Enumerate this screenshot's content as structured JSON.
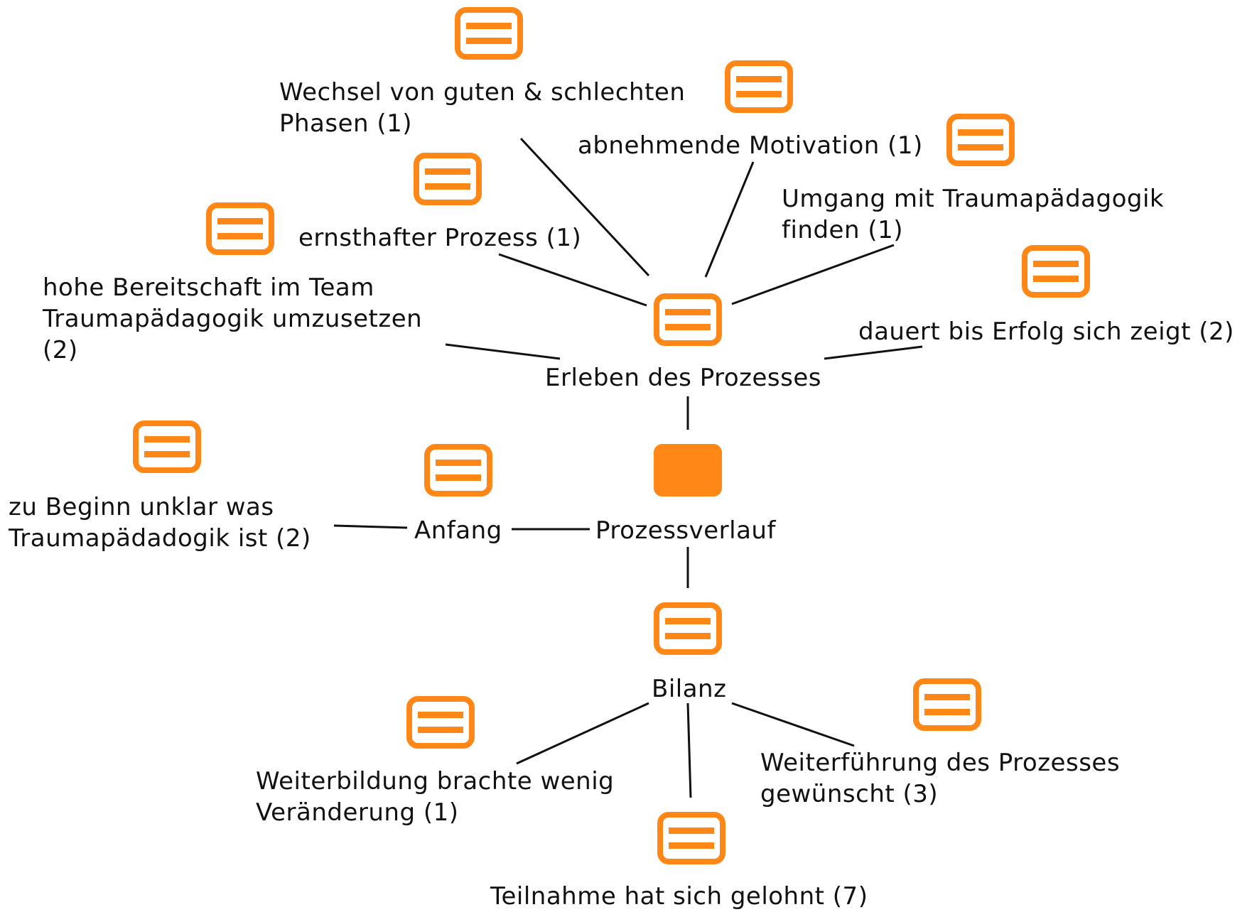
{
  "colors": {
    "accent": "#FF8718",
    "line": "#111111",
    "text": "#111111",
    "background": "#ffffff"
  },
  "root": {
    "label": "Prozessverlauf",
    "icon": "filled-square-icon"
  },
  "groups": {
    "erleben": {
      "label": "Erleben des Prozesses",
      "icon": "document-lines-icon",
      "children": [
        {
          "label": "Wechsel von guten & schlechten\nPhasen (1)",
          "icon": "document-lines-icon"
        },
        {
          "label": "abnehmende Motivation (1)",
          "icon": "document-lines-icon"
        },
        {
          "label": "Umgang mit Traumapädagogik\nfinden (1)",
          "icon": "document-lines-icon"
        },
        {
          "label": "ernsthafter Prozess (1)",
          "icon": "document-lines-icon"
        },
        {
          "label": "hohe Bereitschaft im Team\nTraumapädagogik umzusetzen\n(2)",
          "icon": "document-lines-icon"
        },
        {
          "label": "dauert bis Erfolg sich zeigt (2)",
          "icon": "document-lines-icon"
        }
      ]
    },
    "anfang": {
      "label": "Anfang",
      "icon": "document-lines-icon",
      "children": [
        {
          "label": "zu Beginn unklar was\nTraumapädadogik ist (2)",
          "icon": "document-lines-icon"
        }
      ]
    },
    "bilanz": {
      "label": "Bilanz",
      "icon": "document-lines-icon",
      "children": [
        {
          "label": "Weiterbildung brachte wenig\nVeränderung (1)",
          "icon": "document-lines-icon"
        },
        {
          "label": "Teilnahme hat sich gelohnt (7)",
          "icon": "document-lines-icon"
        },
        {
          "label": "Weiterführung des Prozesses\ngewünscht (3)",
          "icon": "document-lines-icon"
        }
      ]
    }
  }
}
